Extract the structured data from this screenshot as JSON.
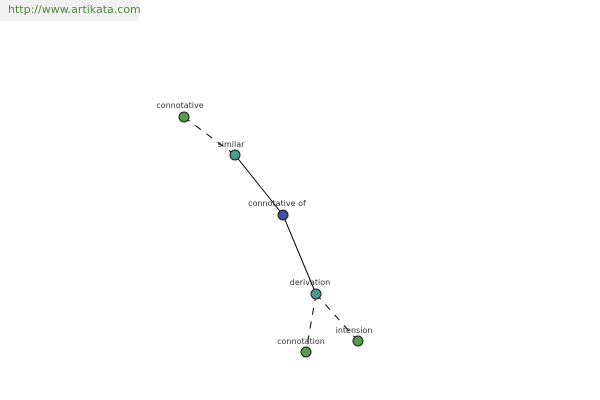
{
  "watermark": {
    "url": "http://www.artikata.com"
  },
  "graph": {
    "nodes": [
      {
        "id": "connotative",
        "label": "connotative",
        "kind": "leaf"
      },
      {
        "id": "similar",
        "label": "similar",
        "kind": "relation"
      },
      {
        "id": "connotative-of",
        "label": "connotative of",
        "kind": "center"
      },
      {
        "id": "derivation",
        "label": "derivation",
        "kind": "relation"
      },
      {
        "id": "connotation",
        "label": "connotation",
        "kind": "leaf"
      },
      {
        "id": "intension",
        "label": "intension",
        "kind": "leaf"
      }
    ],
    "edges": [
      {
        "from": "connotative",
        "to": "similar",
        "style": "dashed"
      },
      {
        "from": "similar",
        "to": "connotative-of",
        "style": "solid"
      },
      {
        "from": "connotative-of",
        "to": "derivation",
        "style": "solid"
      },
      {
        "from": "derivation",
        "to": "connotation",
        "style": "dashed"
      },
      {
        "from": "derivation",
        "to": "intension",
        "style": "dashed"
      }
    ],
    "colors": {
      "leaf": "#5a9a4e",
      "relation": "#4a9a8e",
      "center": "#4a4aa0",
      "edge": "#000000",
      "node_stroke": "#1e1e1e"
    }
  }
}
